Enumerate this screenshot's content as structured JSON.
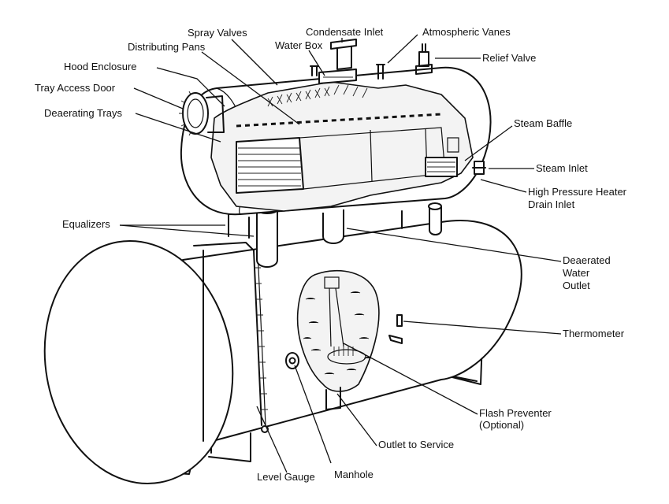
{
  "labels": {
    "spray_valves": "Spray Valves",
    "condensate_inlet": "Condensate Inlet",
    "atmospheric_vanes": "Atmospheric Vanes",
    "water_box": "Water Box",
    "distributing_pans": "Distributing Pans",
    "relief_valve": "Relief Valve",
    "hood_enclosure": "Hood Enclosure",
    "tray_access_door": "Tray Access Door",
    "deaerating_trays": "Deaerating Trays",
    "steam_baffle": "Steam Baffle",
    "steam_inlet": "Steam Inlet",
    "hp_heater_drain_line1": "High Pressure Heater",
    "hp_heater_drain_line2": "Drain Inlet",
    "equalizers": "Equalizers",
    "deaerated_water_line1": "Deaerated",
    "deaerated_water_line2": "Water",
    "deaerated_water_line3": "Outlet",
    "thermometer": "Thermometer",
    "flash_preventer_line1": "Flash Preventer",
    "flash_preventer_line2": "(Optional)",
    "outlet_to_service": "Outlet to Service",
    "manhole": "Manhole",
    "level_gauge": "Level Gauge"
  }
}
